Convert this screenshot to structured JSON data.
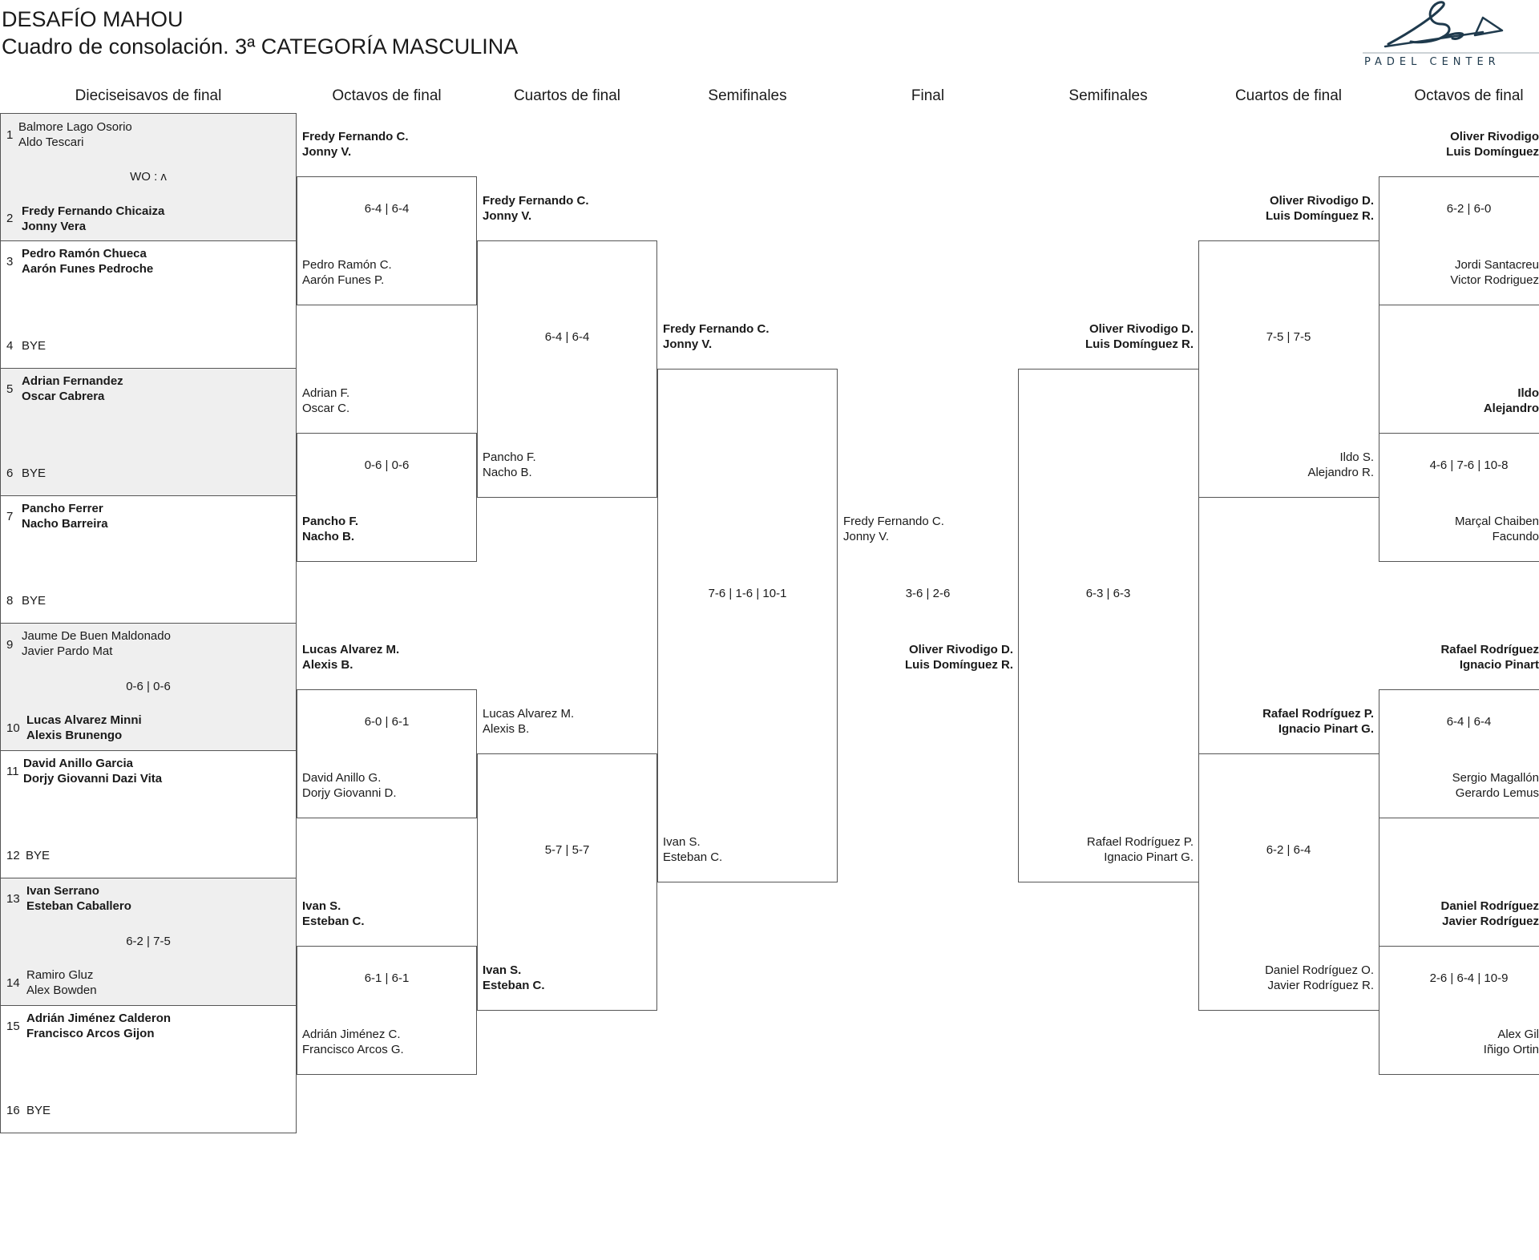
{
  "header": {
    "title": "DESAFÍO MAHOU",
    "subtitle": "Cuadro de consolación. 3ª CATEGORÍA MASCULINA",
    "logo_text": "PADEL CENTER"
  },
  "columns": {
    "r32": "Dieciseisavos de final",
    "r16_left": "Octavos de final",
    "qf_left": "Cuartos de final",
    "sf_left": "Semifinales",
    "final": "Final",
    "sf_right": "Semifinales",
    "qf_right": "Cuartos de final",
    "r16_right": "Octavos de final"
  },
  "r32": {
    "s1": {
      "seed": "1",
      "p1": "Balmore Lago Osorio",
      "p2": "Aldo Tescari"
    },
    "m1_score": "WO : ᴧ",
    "s2": {
      "seed": "2",
      "p1": "Fredy Fernando Chicaiza",
      "p2": "Jonny Vera"
    },
    "s3": {
      "seed": "3",
      "p1": "Pedro Ramón Chueca",
      "p2": "Aarón Funes Pedroche"
    },
    "s4": {
      "seed": "4",
      "p1": "BYE"
    },
    "s5": {
      "seed": "5",
      "p1": "Adrian Fernandez",
      "p2": "Oscar Cabrera"
    },
    "s6": {
      "seed": "6",
      "p1": "BYE"
    },
    "s7": {
      "seed": "7",
      "p1": "Pancho Ferrer",
      "p2": "Nacho Barreira"
    },
    "s8": {
      "seed": "8",
      "p1": "BYE"
    },
    "s9": {
      "seed": "9",
      "p1": "Jaume De Buen Maldonado",
      "p2": "Javier Pardo Mat"
    },
    "m5_score": "0-6 | 0-6",
    "s10": {
      "seed": "10",
      "p1": "Lucas Alvarez Minni",
      "p2": "Alexis Brunengo"
    },
    "s11": {
      "seed": "11",
      "p1": "David Anillo Garcia",
      "p2": "Dorjy Giovanni Dazi Vita"
    },
    "s12": {
      "seed": "12",
      "p1": "BYE"
    },
    "s13": {
      "seed": "13",
      "p1": "Ivan Serrano",
      "p2": "Esteban Caballero"
    },
    "m7_score": "6-2 | 7-5",
    "s14": {
      "seed": "14",
      "p1": "Ramiro Gluz",
      "p2": "Alex Bowden"
    },
    "s15": {
      "seed": "15",
      "p1": "Adrián Jiménez Calderon",
      "p2": "Francisco Arcos Gijon"
    },
    "s16": {
      "seed": "16",
      "p1": "BYE"
    }
  },
  "r16_left": {
    "t1": {
      "p1": "Fredy Fernando C.",
      "p2": "Jonny V."
    },
    "m1_score": "6-4 | 6-4",
    "t2": {
      "p1": "Pedro Ramón C.",
      "p2": "Aarón Funes P."
    },
    "t3": {
      "p1": "Adrian F.",
      "p2": "Oscar C."
    },
    "m2_score": "0-6 | 0-6",
    "t4": {
      "p1": "Pancho F.",
      "p2": "Nacho B."
    },
    "t5": {
      "p1": "Lucas Alvarez M.",
      "p2": "Alexis B."
    },
    "m3_score": "6-0 | 6-1",
    "t6": {
      "p1": "David Anillo G.",
      "p2": "Dorjy Giovanni D."
    },
    "t7": {
      "p1": "Ivan S.",
      "p2": "Esteban C."
    },
    "m4_score": "6-1 | 6-1",
    "t8": {
      "p1": "Adrián Jiménez C.",
      "p2": "Francisco Arcos G."
    }
  },
  "qf_left": {
    "t1": {
      "p1": "Fredy Fernando C.",
      "p2": "Jonny V."
    },
    "m1_score": "6-4 | 6-4",
    "t2": {
      "p1": "Pancho F.",
      "p2": "Nacho B."
    },
    "t3": {
      "p1": "Lucas Alvarez M.",
      "p2": "Alexis B."
    },
    "m2_score": "5-7 | 5-7",
    "t4": {
      "p1": "Ivan S.",
      "p2": "Esteban C."
    }
  },
  "sf_left": {
    "t1": {
      "p1": "Fredy Fernando C.",
      "p2": "Jonny V."
    },
    "m1_score": "7-6 | 1-6 | 10-1",
    "t2": {
      "p1": "Ivan S.",
      "p2": "Esteban C."
    }
  },
  "final": {
    "t1": {
      "p1": "Fredy Fernando C.",
      "p2": "Jonny V."
    },
    "score": "3-6 | 2-6",
    "t2": {
      "p1": "Oliver Rivodigo D.",
      "p2": "Luis Domínguez R."
    }
  },
  "sf_right": {
    "t1": {
      "p1": "Oliver Rivodigo D.",
      "p2": "Luis Domínguez R."
    },
    "m1_score": "6-3 | 6-3",
    "t2": {
      "p1": "Rafael Rodríguez P.",
      "p2": "Ignacio Pinart G."
    }
  },
  "qf_right": {
    "t1": {
      "p1": "Oliver Rivodigo D.",
      "p2": "Luis Domínguez R."
    },
    "m1_score": "7-5 | 7-5",
    "t2": {
      "p1": "Ildo S.",
      "p2": "Alejandro R."
    },
    "t3": {
      "p1": "Rafael Rodríguez P.",
      "p2": "Ignacio Pinart G."
    },
    "m2_score": "6-2 | 6-4",
    "t4": {
      "p1": "Daniel Rodríguez O.",
      "p2": "Javier Rodríguez R."
    }
  },
  "r16_right": {
    "t1": {
      "p1": "Oliver Rivodigo",
      "p2": "Luis Domínguez"
    },
    "m1_score": "6-2 | 6-0",
    "t2": {
      "p1": "Jordi Santacreu",
      "p2": "Victor Rodriguez"
    },
    "t3": {
      "p1": "Ildo",
      "p2": "Alejandro"
    },
    "m2_score": "4-6 | 7-6 | 10-8",
    "t4": {
      "p1": "Marçal Chaiben",
      "p2": "Facundo"
    },
    "t5": {
      "p1": "Rafael Rodríguez",
      "p2": "Ignacio Pinart"
    },
    "m3_score": "6-4 | 6-4",
    "t6": {
      "p1": "Sergio Magallón",
      "p2": "Gerardo Lemus"
    },
    "t7": {
      "p1": "Daniel Rodríguez",
      "p2": "Javier Rodríguez"
    },
    "m4_score": "2-6 | 6-4 | 10-9",
    "t8": {
      "p1": "Alex Gil",
      "p2": "Iñigo Ortin"
    }
  }
}
